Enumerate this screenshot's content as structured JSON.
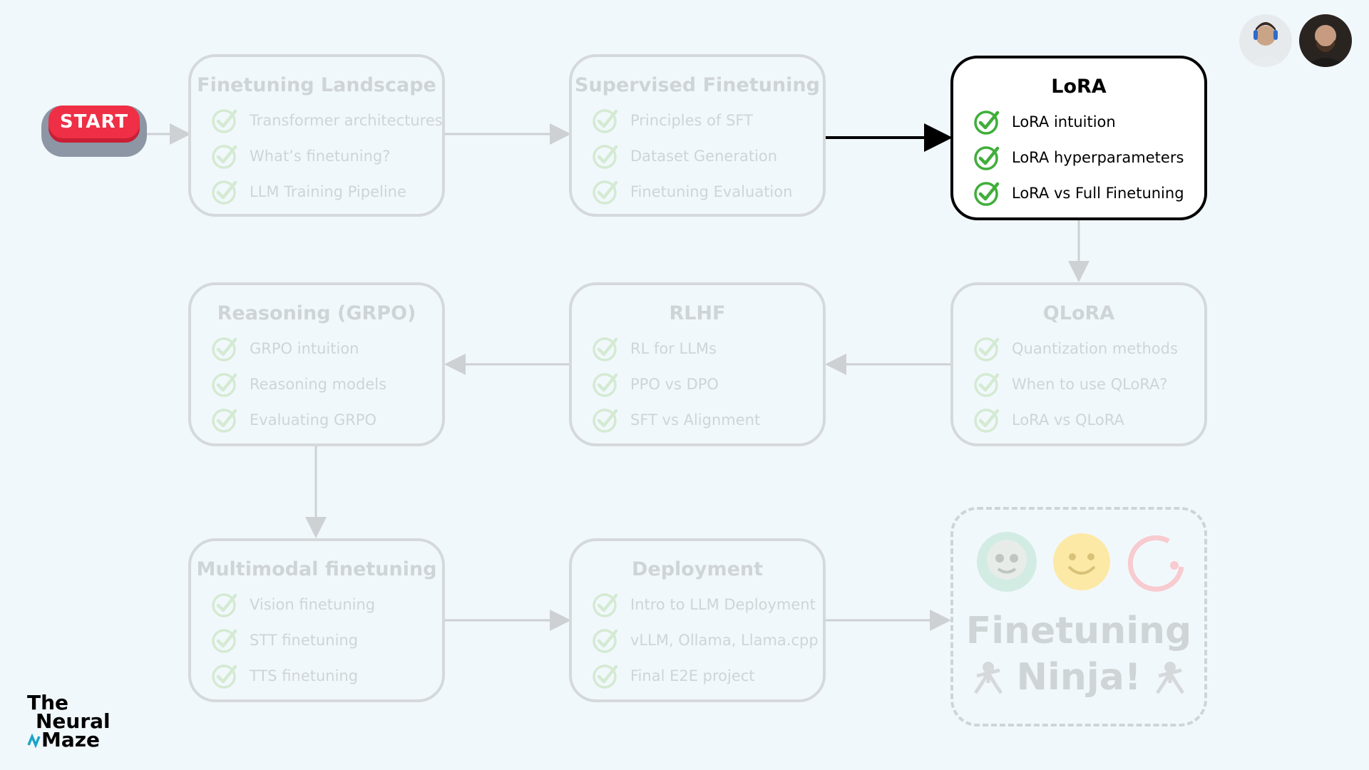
{
  "start": {
    "label": "START"
  },
  "nodes": [
    {
      "title": "Finetuning Landscape",
      "items": [
        "Transformer architectures",
        "What’s finetuning?",
        "LLM Training Pipeline"
      ],
      "active": false
    },
    {
      "title": "Supervised Finetuning",
      "items": [
        "Principles of SFT",
        "Dataset Generation",
        "Finetuning Evaluation"
      ],
      "active": false
    },
    {
      "title": "LoRA",
      "items": [
        "LoRA intuition",
        "LoRA hyperparameters",
        "LoRA vs Full Finetuning"
      ],
      "active": true
    },
    {
      "title": "Reasoning (GRPO)",
      "items": [
        "GRPO intuition",
        "Reasoning models",
        "Evaluating GRPO"
      ],
      "active": false
    },
    {
      "title": "RLHF",
      "items": [
        "RL for LLMs",
        "PPO vs DPO",
        "SFT vs Alignment"
      ],
      "active": false
    },
    {
      "title": "QLoRA",
      "items": [
        "Quantization methods",
        "When to use QLoRA?",
        "LoRA vs QLoRA"
      ],
      "active": false
    },
    {
      "title": "Multimodal finetuning",
      "items": [
        "Vision finetuning",
        "STT finetuning",
        "TTS finetuning"
      ],
      "active": false
    },
    {
      "title": "Deployment",
      "items": [
        "Intro to LLM Deployment",
        "vLLM, Ollama, Llama.cpp",
        "Final E2E project"
      ],
      "active": false
    }
  ],
  "finish": {
    "line1": "Finetuning",
    "line2": "Ninja!"
  },
  "logo": {
    "line1": "The",
    "line2": "Neural",
    "line3": "Maze"
  },
  "colors": {
    "check_active": "#3fae3a",
    "check_inactive": "#d4ead2",
    "inactive_border": "#d5d9db",
    "start_red": "#ee2f45"
  }
}
